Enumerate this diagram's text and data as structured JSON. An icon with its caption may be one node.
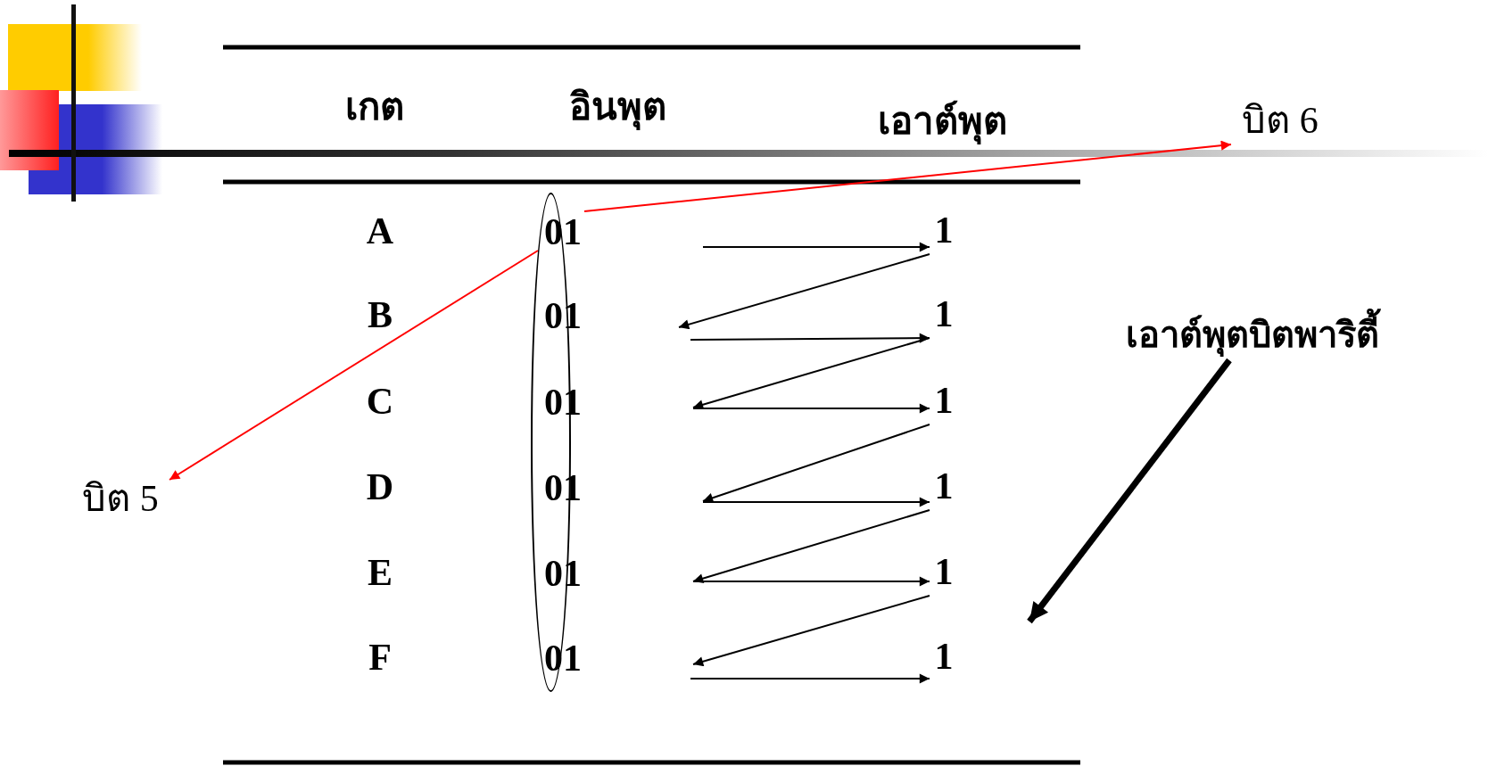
{
  "diagram": {
    "nodes": [
      {
        "text": [],
        "shape": "ellipse"
      },
      {
        "text": [
          "01"
        ],
        "in": 0
      },
      {
        "text": [
          "01"
        ],
        "in": 0
      },
      {
        "text": [
          "01"
        ],
        "in": 0
      },
      {
        "text": [
          "01"
        ],
        "in": 0
      },
      {
        "text": [
          "01"
        ],
        "in": 0
      },
      {
        "text": [
          "01"
        ],
        "in": 0
      },
      {
        "text": [
          "1"
        ]
      },
      {
        "text": [
          "1"
        ]
      },
      {
        "text": [
          "1"
        ]
      },
      {
        "text": [
          "1"
        ]
      },
      {
        "text": [
          "1"
        ]
      },
      {
        "text": [
          "1"
        ]
      },
      {
        "text": [
          "บิต 6"
        ]
      },
      {
        "text": [
          "บิต 5"
        ]
      },
      {
        "text": [
          "เอาต์พุตบิตพาริตี้"
        ]
      }
    ],
    "edges": [
      {
        "from": 1,
        "to": 13,
        "arrow": "to",
        "color": "#ff0000"
      },
      {
        "from": 1,
        "to": 14,
        "arrow": "to",
        "color": "#ff0000"
      },
      {
        "from": null,
        "to": 7,
        "arrow": "to"
      },
      {
        "from": 7,
        "to": null,
        "arrow": "to"
      },
      {
        "from": null,
        "to": 8,
        "arrow": "to"
      },
      {
        "from": 8,
        "to": null,
        "arrow": "to"
      },
      {
        "from": null,
        "to": 9,
        "arrow": "to"
      },
      {
        "from": 9,
        "to": null,
        "arrow": "to"
      },
      {
        "from": null,
        "to": 10,
        "arrow": "to"
      },
      {
        "from": 10,
        "to": null,
        "arrow": "to"
      },
      {
        "from": null,
        "to": 11,
        "arrow": "to"
      },
      {
        "from": 11,
        "to": null,
        "arrow": "to"
      },
      {
        "from": null,
        "to": 12,
        "arrow": "to"
      },
      {
        "from": 15,
        "to": null,
        "arrow": "to",
        "style": "thick"
      }
    ],
    "labels": [
      "เกต",
      "อินพุต",
      "เอาต์พุต",
      "A",
      "B",
      "C",
      "D",
      "E",
      "F"
    ]
  }
}
